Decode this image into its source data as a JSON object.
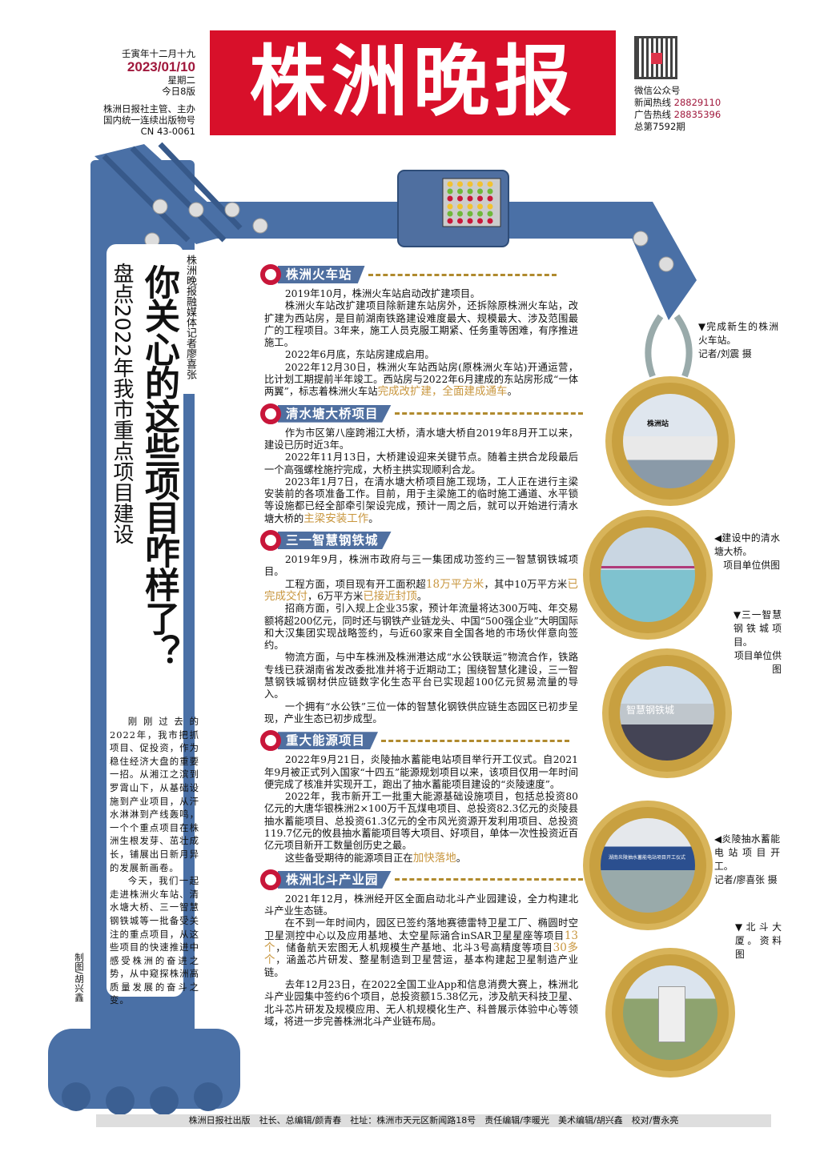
{
  "header": {
    "lunar_date": "壬寅年十二月十九",
    "date": "2023/01/10",
    "weekday": "星期二",
    "pages": "今日8版",
    "publisher_line1": "株洲日报社主管、主办",
    "publisher_line2": "国内统一连续出版物号",
    "cn_number": "CN 43-0061",
    "masthead": "株洲晚报",
    "qr_label": "微信公众号",
    "news_hotline_label": "新闻热线",
    "news_hotline": "28829110",
    "ad_hotline_label": "广告热线",
    "ad_hotline": "28835396",
    "issue": "总第7592期"
  },
  "feature": {
    "title": "你关心的这些项目咋样了？",
    "subtitle": "盘点2022年我市重点项目建设",
    "byline": "株洲晚报融媒体记者廖喜张",
    "credit": "制图/胡兴鑫",
    "intro": [
      "刚刚过去的2022年，我市把抓项目、促投资，作为稳住经济大盘的重要一招。从湘江之滨到罗霄山下，从基础设施到产业项目，从汗水淋淋到产线轰鸣，一个个重点项目在株洲生根发芽、茁壮成长，铺展出日新月异的发展新画卷。",
      "今天，我们一起走进株洲火车站、清水塘大桥、三一智慧钢铁城等一批备受关注的重点项目，从这些项目的快速推进中感受株洲的奋进之势，从中窥探株洲高质量发展的奋斗之变。"
    ]
  },
  "sections": [
    {
      "title": "株洲火车站",
      "paragraphs": [
        {
          "a": "2019年10月，株洲火车站启动改扩建项目。"
        },
        {
          "a": "株洲火车站改扩建项目除新建东站房外，还拆除原株洲火车站，改扩建为西站房，是目前湖南铁路建设难度最大、规模最大、涉及范围最广的工程项目。3年来，施工人员克服工期紧、任务重等困难，有序推进施工。"
        },
        {
          "a": "2022年6月底，东站房建成启用。"
        },
        {
          "a": "2022年12月30日，株洲火车站西站房(原株洲火车站)开通运营，比计划工期提前半年竣工。西站房与2022年6月建成的东站房形成“一体两翼”，标志着株洲火车站",
          "hl": "完成改扩建，全面建成通车",
          "b": "。"
        }
      ]
    },
    {
      "title": "清水塘大桥项目",
      "paragraphs": [
        {
          "a": "作为市区第八座跨湘江大桥，清水塘大桥自2019年8月开工以来，建设已历时近3年。"
        },
        {
          "a": "2022年11月13日，大桥建设迎来关键节点。随着主拱合龙段最后一个高强螺栓施拧完成，大桥主拱实现顺利合龙。"
        },
        {
          "a": "2023年1月7日，在清水塘大桥项目施工现场，工人正在进行主梁安装前的各项准备工作。目前，用于主梁施工的临时施工通道、水平锁等设施都已经全部牵引架设完成，预计一周之后，就可以开始进行清水塘大桥的",
          "hl": "主梁安装工作",
          "b": "。"
        }
      ]
    },
    {
      "title": "三一智慧钢铁城",
      "paragraphs": [
        {
          "a": "2019年9月，株洲市政府与三一集团成功签约三一智慧钢铁城项目。"
        },
        {
          "a": "工程方面，项目现有开工面积超",
          "hl": "18万平方米",
          "b": "，其中10万平方米",
          "hl2": "已完成交付",
          "c": "，6万平方米",
          "hl3": "已接近封顶",
          "d": "。"
        },
        {
          "a": "招商方面，引入规上企业35家，预计年流量将达300万吨、年交易额将超200亿元，同时还与钢铁产业链龙头、中国“500强企业”大明国际和大汉集团实现战略签约，与近60家来自全国各地的市场伙伴意向签约。"
        },
        {
          "a": "物流方面，与中车株洲及株洲港达成“水公铁联运”物流合作，铁路专线已获湖南省发改委批准并将于近期动工；围绕智慧化建设，三一智慧钢铁城钢材供应链数字化生态平台已实现超100亿元贸易流量的导入。"
        },
        {
          "a": "一个拥有“水公铁”三位一体的智慧化钢铁供应链生态园区已初步呈现，产业生态已初步成型。"
        }
      ]
    },
    {
      "title": "重大能源项目",
      "paragraphs": [
        {
          "a": "2022年9月21日，炎陵抽水蓄能电站项目举行开工仪式。自2021年9月被正式列入国家“十四五”能源规划项目以来，该项目仅用一年时间便完成了核准并实现开工，跑出了抽水蓄能项目建设的“炎陵速度”。"
        },
        {
          "a": "2022年，我市新开工一批重大能源基础设施项目，包括总投资80亿元的大唐华银株洲2×100万千瓦煤电项目、总投资82.3亿元的炎陵县抽水蓄能项目、总投资61.3亿元的全市风光资源开发利用项目、总投资119.7亿元的攸县抽水蓄能项目等大项目、好项目，单体一次性投资近百亿元项目新开工数量创历史之最。"
        },
        {
          "a": "这些备受期待的能源项目正在",
          "hl": "加快落地",
          "b": "。"
        }
      ]
    },
    {
      "title": "株洲北斗产业园",
      "paragraphs": [
        {
          "a": "2021年12月，株洲经开区全面启动北斗产业园建设，全力构建北斗产业生态链。"
        },
        {
          "a": "在不到一年时间内，园区已签约落地赛德雷特卫星工厂、椭圆时空卫星测控中心以及应用基地、太空星际涵合inSAR卫星星座等项目",
          "hl": "13个",
          "b": "，储备航天宏图无人机规模生产基地、北斗3号高精度等项目",
          "hl2": "30多个",
          "c": "，涵盖芯片研发、整星制造到卫星营运，基本构建起卫星制造产业链。"
        },
        {
          "a": "去年12月23日，在2022全国工业App和信息消费大赛上，株洲北斗产业园集中签约6个项目，总投资额15.38亿元，涉及航天科技卫星、北斗芯片研发及规模应用、无人机规模化生产、科普展示体验中心等领域，将进一步完善株洲北斗产业链布局。"
        }
      ]
    }
  ],
  "captions": [
    {
      "lead": "▼完成新生的株洲火车站。",
      "credit": "记者/刘震 摄"
    },
    {
      "lead": "◀建设中的清水塘大桥。",
      "credit": "项目单位供图"
    },
    {
      "lead": "▼三一智慧钢铁城项目。",
      "credit": "项目单位供图"
    },
    {
      "lead": "◀炎陵抽水蓄能电站项目开工。",
      "credit": "记者/廖喜张 摄"
    },
    {
      "lead": "▼北斗大厦。资料图",
      "credit": ""
    }
  ],
  "photo_signs": {
    "station": "株洲站",
    "steel_city": "智慧钢铁城",
    "ceremony": "湖南炎陵抽水蓄能电站项目开工仪式"
  },
  "footer": "株洲日报社出版　社长、总编辑/颜青春　社址：株洲市天元区新闻路18号　责任编辑/李暖光　美术编辑/胡兴鑫　校对/曹永亮",
  "colors": {
    "masthead": "#d8102a",
    "crane_blue": "#4a70a6",
    "highlight": "#c8963e",
    "gear_gold": "#c8a040",
    "section_ring": "#c8163a"
  }
}
